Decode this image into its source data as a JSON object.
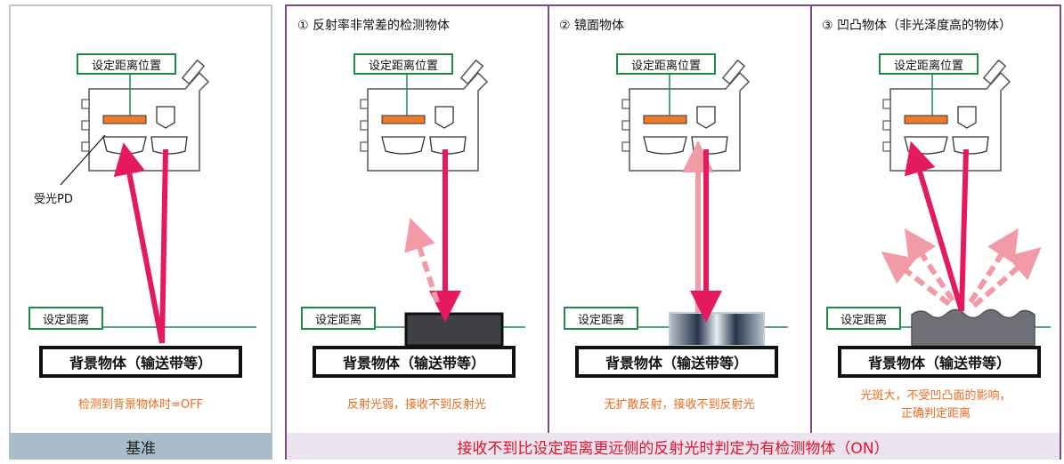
{
  "panels": [
    {
      "title": "",
      "setpos": "设定距离位置",
      "setdist": "设定距离",
      "object": "背景物体（输送带等）",
      "caption": "检测到背景物体时=OFF",
      "receiver_label": "受光PD"
    },
    {
      "title": "① 反射率非常差的检测物体",
      "setpos": "设定距离位置",
      "setdist": "设定距离",
      "object": "背景物体（输送带等）",
      "caption": "反射光弱，接收不到反射光"
    },
    {
      "title": "② 镜面物体",
      "setpos": "设定距离位置",
      "setdist": "设定距离",
      "object": "背景物体（输送带等）",
      "caption": "无扩散反射，接收不到反射光"
    },
    {
      "title": "③ 凹凸物体（非光泽度高的物体）",
      "setpos": "设定距离位置",
      "setdist": "设定距离",
      "object": "背景物体（输送带等）",
      "caption_line1": "光斑大，不受凹凸面的影响，",
      "caption_line2": "正确判定距离"
    }
  ],
  "footer_left": "基准",
  "footer_right": "接收不到比设定距离更远侧的反射光时判定为有检测物体（ON）",
  "colors": {
    "beam": "#e5195e",
    "beam_faint": "#f29aa6",
    "emitter": "#ee7a2a",
    "guide": "#1f8a4c",
    "frame_group": "#7a4b87",
    "frame_ref": "#b9c9d3",
    "caption": "#ee6a1c"
  }
}
